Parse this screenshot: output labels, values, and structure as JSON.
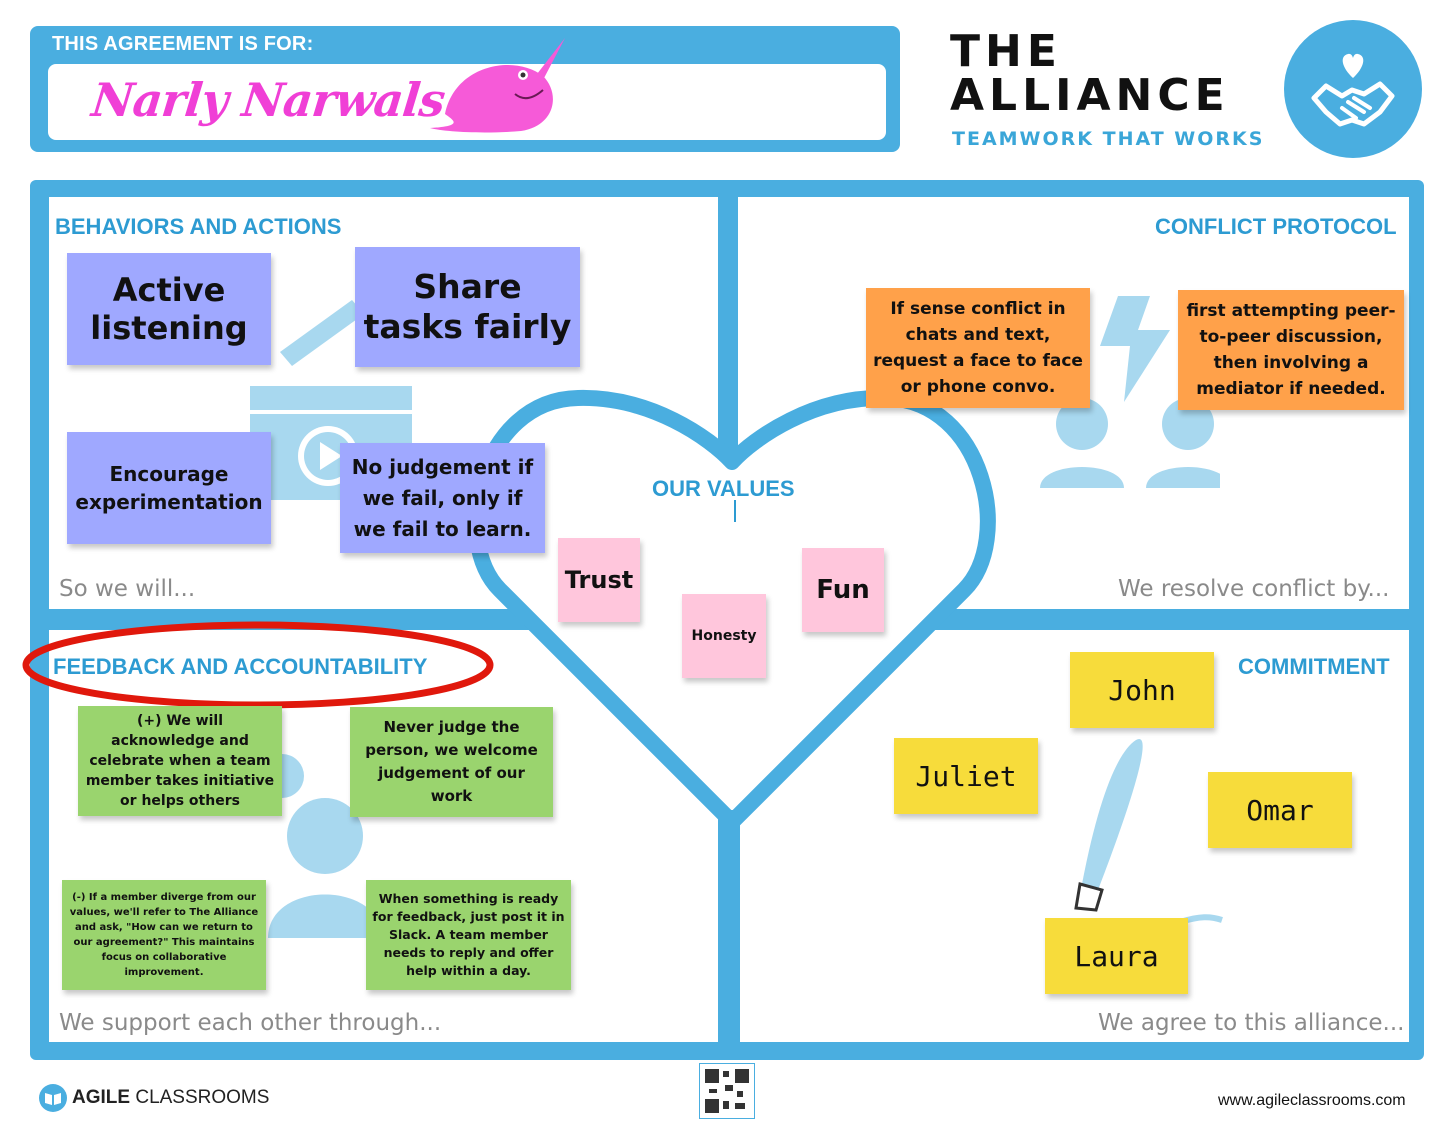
{
  "header": {
    "agreement_label": "THIS AGREEMENT IS FOR:",
    "team_name": "Narly Narwals",
    "brand_line1": "THE",
    "brand_line2": "ALLIANCE",
    "brand_tagline": "TEAMWORK THAT WORKS"
  },
  "behaviors": {
    "title": "BEHAVIORS AND ACTIONS",
    "notes": [
      "Active listening",
      "Share tasks fairly",
      "Encourage experimentation",
      "No judgement if we fail, only if we fail to learn."
    ],
    "footnote": "So we will..."
  },
  "conflict": {
    "title": "CONFLICT PROTOCOL",
    "notes": [
      "If sense conflict in chats and text, request a face to face or phone convo.",
      "first attempting peer-to-peer discussion, then involving a mediator if needed."
    ],
    "footnote": "We resolve conflict by..."
  },
  "values": {
    "title": "OUR VALUES",
    "notes": [
      "Trust",
      "Honesty",
      "Fun"
    ]
  },
  "feedback": {
    "title": "FEEDBACK AND ACCOUNTABILITY",
    "notes": [
      "(+) We will acknowledge and celebrate when a team member takes initiative or helps others",
      "Never judge the person, we welcome judgement of our work",
      "(-) If a  member diverge from our values, we'll refer to The Alliance and ask, \"How can we return to our agreement?\" This maintains focus on collaborative improvement.",
      "When something is ready for feedback, just post it in Slack.  A team member needs to reply and offer help within a day."
    ],
    "footnote": "We support each other through..."
  },
  "commitment": {
    "title": "COMMITMENT",
    "names": [
      "John",
      "Juliet",
      "Omar",
      "Laura"
    ],
    "footnote": "We  agree to this alliance..."
  },
  "footer": {
    "brand_bold": "AGILE",
    "brand_rest": " CLASSROOMS",
    "url": "www.agileclassrooms.com"
  },
  "colors": {
    "frame_blue": "#4aaee0",
    "accent_blue": "#2d9bd2",
    "highlight_red": "#e0180c",
    "team_name_pink": "#f03fd6"
  },
  "icons": [
    "narwhal-icon",
    "handshake-heart-icon",
    "clapperboard-icon",
    "lightning-icon",
    "people-icon",
    "person-icon",
    "fountain-pen-icon",
    "qr-code-icon",
    "book-icon"
  ]
}
